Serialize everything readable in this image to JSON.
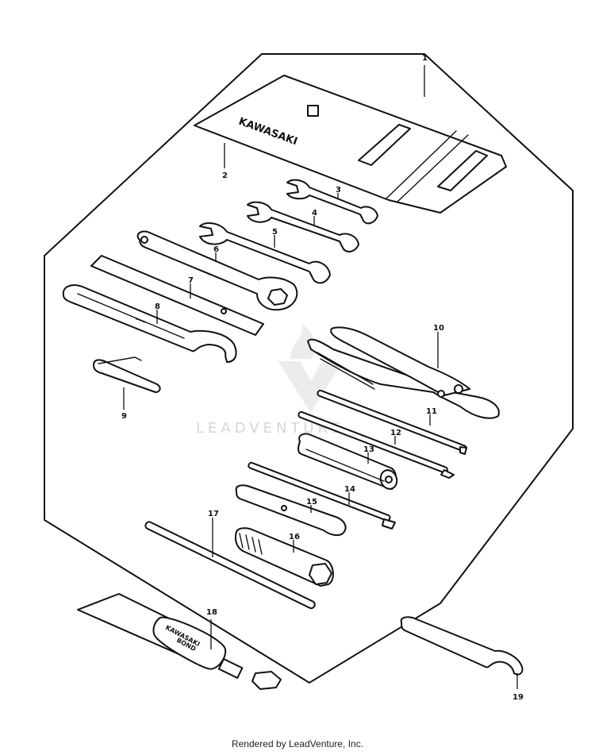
{
  "diagram": {
    "brand_labels": {
      "tool_bag": "KAWASAKI",
      "tube_line1": "KAWASAKI",
      "tube_line2": "BOND"
    },
    "watermark": "LEADVENTURE",
    "footer": "Rendered by LeadVenture, Inc.",
    "callouts": [
      "1",
      "2",
      "3",
      "4",
      "5",
      "6",
      "7",
      "8",
      "9",
      "10",
      "11",
      "12",
      "13",
      "14",
      "15",
      "16",
      "17",
      "18",
      "19"
    ]
  }
}
